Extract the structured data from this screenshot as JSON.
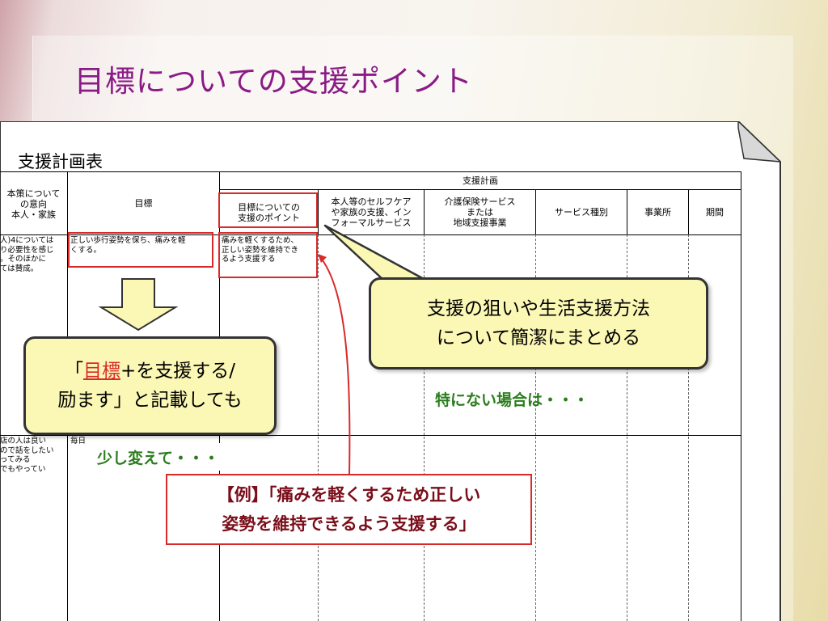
{
  "slide": {
    "title": "目標についての支援ポイント"
  },
  "sheet": {
    "title": "支援計画表",
    "group_header": "支援計画",
    "columns": {
      "col0": [
        "本策について",
        "の意向",
        "本人・家族"
      ],
      "col1": "目標",
      "col2": [
        "目標についての",
        "支援のポイント"
      ],
      "col3": [
        "本人等のセルフケア",
        "や家族の支援、イン",
        "フォーマルサービス"
      ],
      "col4": [
        "介護保険サービス",
        "または",
        "地域支援事業"
      ],
      "col5": "サービス種別",
      "col6": "事業所",
      "col7": "期間"
    },
    "row1": {
      "col0": [
        "人)4については",
        "り必要性を感じ",
        "。そのほかに",
        "ては賛成。"
      ],
      "col1": [
        "正しい歩行姿勢を保ち、痛みを軽",
        "くする。"
      ],
      "col2": [
        "痛みを軽くするため、",
        "正しい姿勢を維持でき",
        "るよう支援する"
      ]
    },
    "row2": {
      "col0": [
        "店の人は良い",
        "ので話をしたい",
        "ってみる",
        "でもやってい"
      ],
      "col1": "毎日"
    }
  },
  "callouts": {
    "right": {
      "line1": "支援の狙いや生活支援方法",
      "line2": "について簡潔にまとめる"
    },
    "left": {
      "open_quote": "「",
      "keyword": "目標",
      "rest1": "+を支援する/",
      "line2": "励ます」と記載しても"
    }
  },
  "notes": {
    "special": "特にない場合は・・・",
    "change": "少し変えて・・・"
  },
  "example": {
    "line1": "【例】「痛みを軽くするため正しい",
    "line2": "姿勢を維持できるよう支援する」"
  },
  "colors": {
    "title": "#8a1a86",
    "callout_fill": "#fbf7b5",
    "highlight_red": "#d92a2a",
    "note_green": "#2a7d1c",
    "example_text": "#7a0e1a"
  }
}
